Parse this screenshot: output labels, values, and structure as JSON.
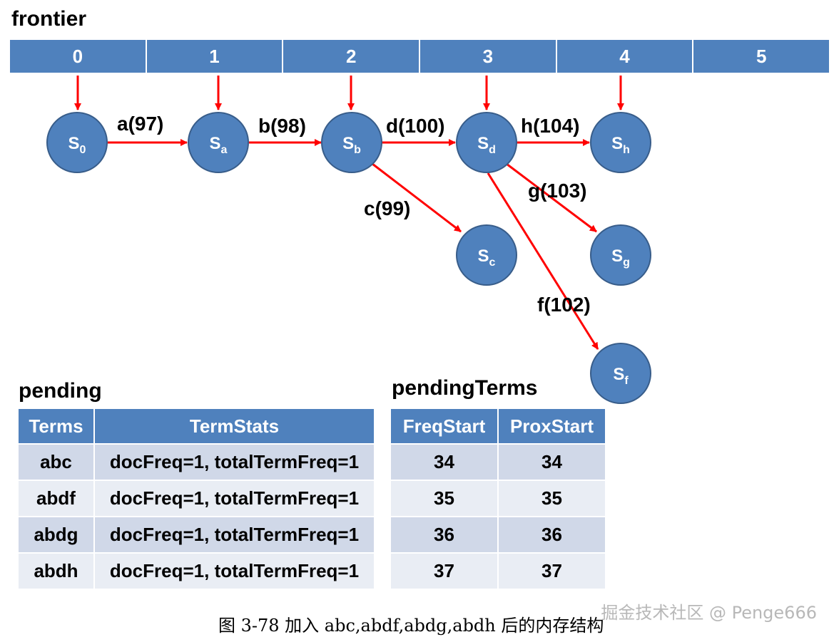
{
  "frontier": {
    "title": "frontier",
    "slots": [
      "0",
      "1",
      "2",
      "3",
      "4",
      "5"
    ]
  },
  "nodes": {
    "s0": {
      "base": "S",
      "sub": "0"
    },
    "sa": {
      "base": "S",
      "sub": "a"
    },
    "sb": {
      "base": "S",
      "sub": "b"
    },
    "sd": {
      "base": "S",
      "sub": "d"
    },
    "sh": {
      "base": "S",
      "sub": "h"
    },
    "sc": {
      "base": "S",
      "sub": "c"
    },
    "sg": {
      "base": "S",
      "sub": "g"
    },
    "sf": {
      "base": "S",
      "sub": "f"
    }
  },
  "edges": {
    "a": "a(97)",
    "b": "b(98)",
    "d": "d(100)",
    "h": "h(104)",
    "c": "c(99)",
    "g": "g(103)",
    "f": "f(102)"
  },
  "pending": {
    "title": "pending",
    "headers": [
      "Terms",
      "TermStats"
    ],
    "rows": [
      [
        "abc",
        "docFreq=1, totalTermFreq=1"
      ],
      [
        "abdf",
        "docFreq=1, totalTermFreq=1"
      ],
      [
        "abdg",
        "docFreq=1, totalTermFreq=1"
      ],
      [
        "abdh",
        "docFreq=1, totalTermFreq=1"
      ]
    ]
  },
  "pending_terms": {
    "title": "pendingTerms",
    "headers": [
      "FreqStart",
      "ProxStart"
    ],
    "rows": [
      [
        "34",
        "34"
      ],
      [
        "35",
        "35"
      ],
      [
        "36",
        "36"
      ],
      [
        "37",
        "37"
      ]
    ]
  },
  "caption": "图 3-78 加入 abc,abdf,abdg,abdh 后的内存结构",
  "watermark": "掘金技术社区 @ Penge666",
  "colors": {
    "node_fill": "#4f81bd",
    "node_stroke": "#385d8a",
    "arrow": "#ff0000",
    "header": "#4f81bd",
    "row_odd": "#d0d8e8",
    "row_even": "#e9edf4"
  }
}
